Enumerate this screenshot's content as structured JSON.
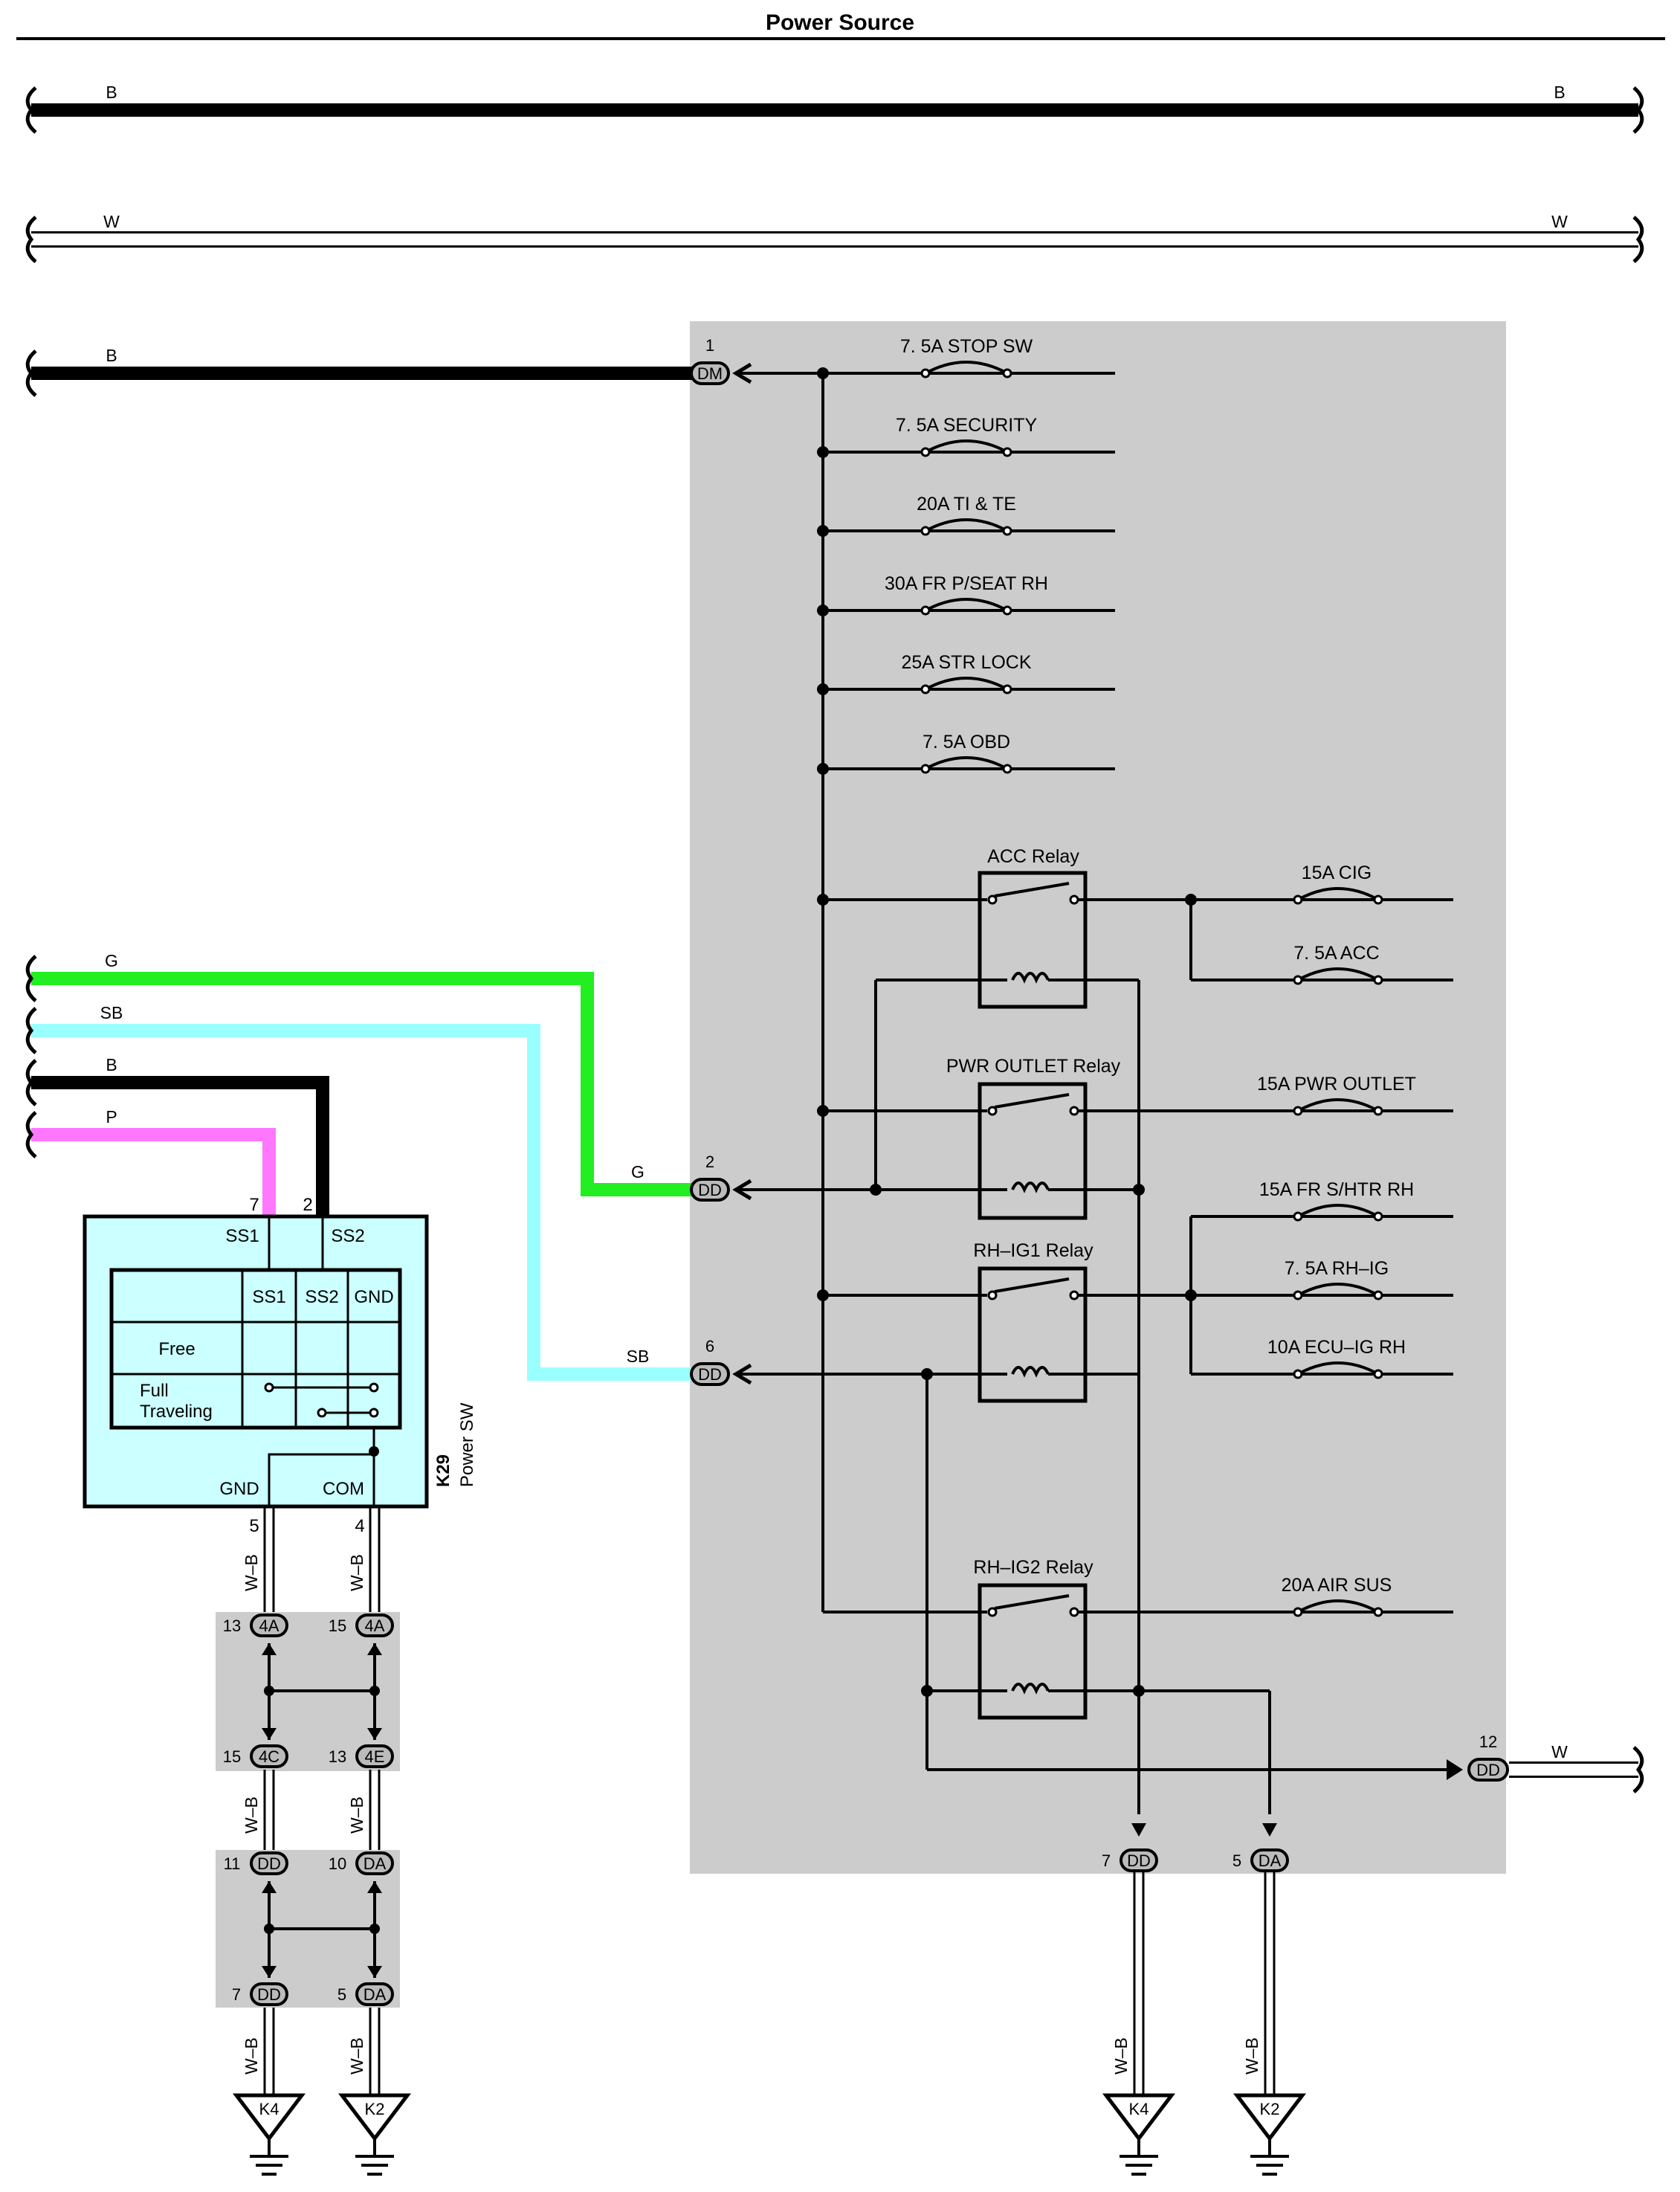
{
  "title": "Power Source",
  "colors": {
    "wire_black": "#000000",
    "wire_green": "#22ee22",
    "wire_skyblue": "#99ffff",
    "wire_pink": "#ff77ff",
    "junction_block": "#cccccc",
    "switch_body": "#ccffff",
    "connector_fill": "#bbbbbb"
  },
  "wires": {
    "top_b_left": "B",
    "top_b_right": "B",
    "top_w_left": "W",
    "top_w_right": "W",
    "b_feed": "B",
    "g": "G",
    "sb": "SB",
    "b_sw": "B",
    "p": "P",
    "g_in": "G",
    "sb_in": "SB",
    "w_out": "W",
    "wb_1": "W–B",
    "wb_2": "W–B",
    "wb_3": "W–B",
    "wb_4": "W–B",
    "wb_5": "W–B",
    "wb_6": "W–B",
    "wb_7": "W–B",
    "wb_8": "W–B"
  },
  "fuses": {
    "f1": "7. 5A STOP SW",
    "f2": "7. 5A SECURITY",
    "f3": "20A TI & TE",
    "f4": "30A FR P/SEAT RH",
    "f5": "25A STR LOCK",
    "f6": "7. 5A OBD",
    "f7": "15A CIG",
    "f8": "7. 5A ACC",
    "f9": "15A PWR OUTLET",
    "f10": "15A FR S/HTR RH",
    "f11": "7. 5A RH–IG",
    "f12": "10A ECU–IG RH",
    "f13": "20A AIR SUS"
  },
  "relays": {
    "r1": "ACC Relay",
    "r2": "PWR OUTLET Relay",
    "r3": "RH–IG1 Relay",
    "r4": "RH–IG2 Relay"
  },
  "connectors": {
    "dm_pin": "1",
    "dm": "DM",
    "dd2_pin": "2",
    "dd2": "DD",
    "dd6_pin": "6",
    "dd6": "DD",
    "dd12_pin": "12",
    "dd12": "DD",
    "dd7_pin": "7",
    "dd7": "DD",
    "da5_pin": "5",
    "da5": "DA",
    "c4a13_pin": "13",
    "c4a13": "4A",
    "c4a15_pin": "15",
    "c4a15": "4A",
    "c4c15_pin": "15",
    "c4c15": "4C",
    "c4e13_pin": "13",
    "c4e13": "4E",
    "cdd11_pin": "11",
    "cdd11": "DD",
    "cda10_pin": "10",
    "cda10": "DA",
    "cdd7b_pin": "7",
    "cdd7b": "DD",
    "cda5b_pin": "5",
    "cda5b": "DA"
  },
  "grounds": {
    "g1": "K4",
    "g2": "K2",
    "g3": "K4",
    "g4": "K2"
  },
  "power_switch": {
    "code": "K29",
    "name": "Power SW",
    "pin7": "7",
    "pin2": "2",
    "pin5": "5",
    "pin4": "4",
    "ss1": "SS1",
    "ss2": "SS2",
    "gnd": "GND",
    "com": "COM",
    "table_ss1": "SS1",
    "table_ss2": "SS2",
    "table_gnd": "GND",
    "row_free": "Free",
    "row_full_1": "Full",
    "row_full_2": "Traveling"
  }
}
